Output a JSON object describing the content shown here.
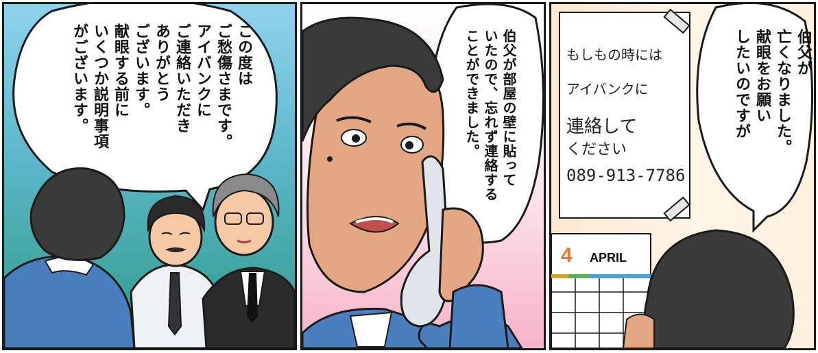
{
  "panels": [
    {
      "speech": [
        "この度は",
        "ご愁傷さまです。",
        "アイバンクに",
        "ご連絡いただき",
        "ありがとう",
        "ございます。",
        "献眼する前に",
        "いくつか説明事項",
        "がございます。"
      ]
    },
    {
      "speech": [
        "伯父が部屋の壁に貼って",
        "いたので、忘れず連絡する",
        "ことができました。"
      ]
    },
    {
      "speech": [
        "伯父が",
        "亡くなりました。",
        "献眼をお願い",
        "したいのですが"
      ],
      "poster": [
        "もしもの時には",
        "アイバンクに",
        "連絡して",
        "ください",
        "089-913-7786"
      ],
      "calendar": {
        "number": "4",
        "month": "APRIL"
      }
    }
  ],
  "colors": {
    "panel1_sky": "#8fd3ee",
    "panel1_ground": "#2f9a88",
    "panel2_pink": "#f6b3c8",
    "panel3_wall": "#fbe8cf",
    "calendar_number": "#e87a2e",
    "outline": "#1a1a1a"
  }
}
